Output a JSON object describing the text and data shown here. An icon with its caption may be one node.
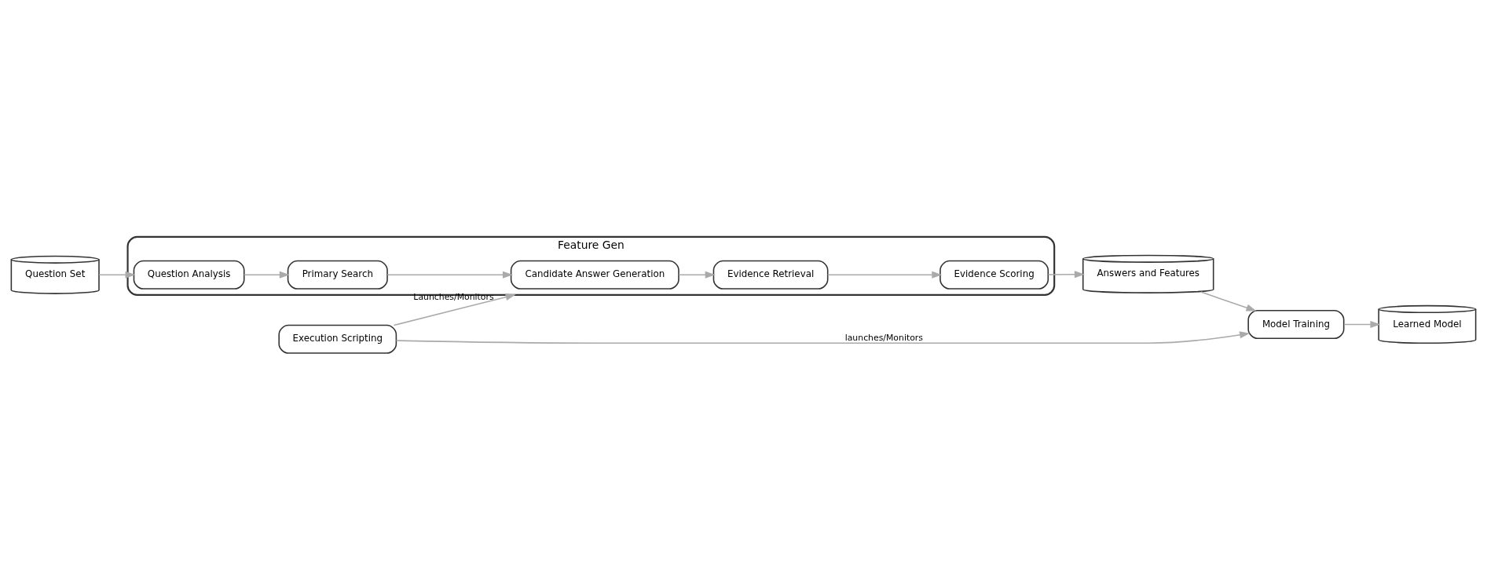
{
  "diagram": {
    "nodes": [
      {
        "text": [
          "Question Set"
        ]
      },
      {
        "text": [
          "Feature Gen"
        ]
      },
      {
        "text": [
          "Question Analysis"
        ],
        "in": 1
      },
      {
        "text": [
          "Primary Search"
        ],
        "in": 1
      },
      {
        "text": [
          "Candidate Answer Generation"
        ],
        "in": 1
      },
      {
        "text": [
          "Evidence Retrieval"
        ],
        "in": 1
      },
      {
        "text": [
          "Evidence Scoring"
        ],
        "in": 1
      },
      {
        "text": [
          "Answers and Features"
        ]
      },
      {
        "text": [
          "Execution Scripting"
        ]
      },
      {
        "text": [
          "Model Training"
        ]
      },
      {
        "text": [
          "Learned Model"
        ]
      }
    ],
    "edges": [
      {
        "from": 0,
        "to": 2,
        "arrow": "to"
      },
      {
        "from": 2,
        "to": 3,
        "arrow": "to"
      },
      {
        "from": 3,
        "to": 4,
        "arrow": "to"
      },
      {
        "from": 4,
        "to": 5,
        "arrow": "to"
      },
      {
        "from": 5,
        "to": 6,
        "arrow": "to"
      },
      {
        "from": 6,
        "to": 7,
        "arrow": "to"
      },
      {
        "from": 8,
        "to": 1,
        "arrow": "to",
        "label": "Launches/Monitors"
      },
      {
        "from": 8,
        "to": 9,
        "arrow": "to",
        "label": "launches/Monitors"
      },
      {
        "from": 7,
        "to": 9,
        "arrow": "to"
      },
      {
        "from": 9,
        "to": 10,
        "arrow": "to"
      }
    ]
  }
}
